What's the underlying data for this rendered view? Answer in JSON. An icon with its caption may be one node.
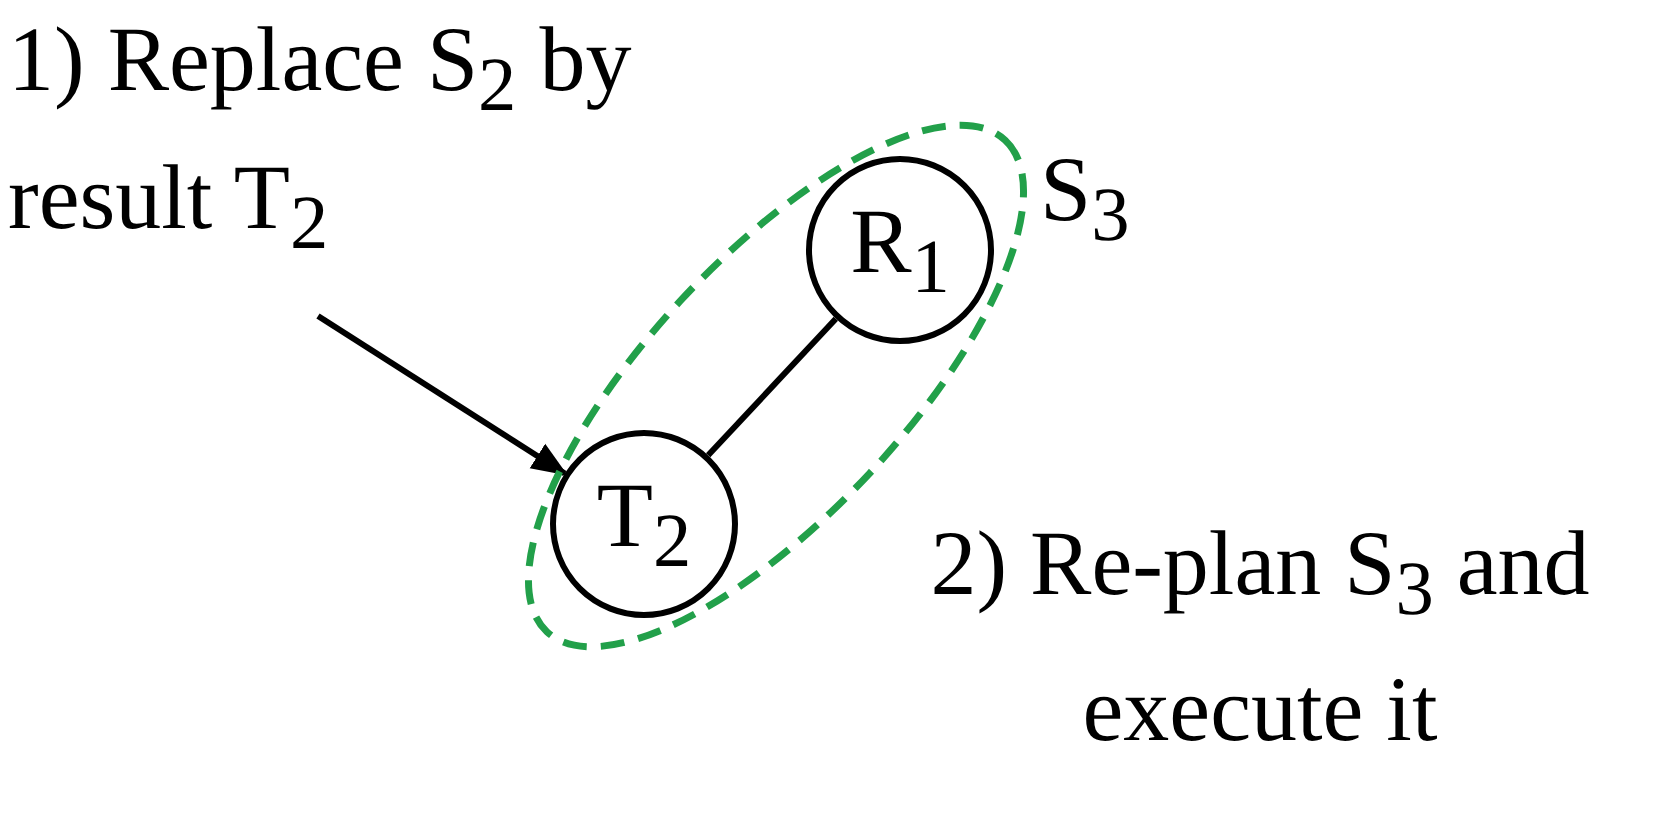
{
  "diagram": {
    "nodes": [
      {
        "text": [
          "1) Replace S$_{2}$ by result T$_{2}$"
        ]
      },
      {
        "text": [
          "S$_{3}$"
        ]
      },
      {
        "text": [
          "R$_{1}$"
        ],
        "in": 1
      },
      {
        "text": [
          "T$_{2}$"
        ],
        "in": 1
      }
    ],
    "edges": [
      {
        "from": 0,
        "to": 3,
        "arrow": "to"
      },
      {
        "from": 2,
        "to": 3,
        "arrow": "none"
      }
    ],
    "labels": [
      "2) Re-plan S$_{3}$ and execute it"
    ]
  }
}
